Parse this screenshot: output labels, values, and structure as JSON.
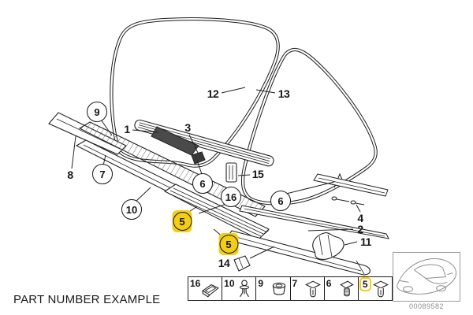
{
  "page": {
    "title": "PART NUMBER EXAMPLE",
    "diagram_code": "00089582"
  },
  "colors": {
    "highlight_yellow": "#f2ce14",
    "line_black": "#1c1c1c",
    "muted_gray": "#8d8d8d"
  },
  "callouts": {
    "plain": [
      {
        "label": "1"
      },
      {
        "label": "3"
      },
      {
        "label": "12"
      },
      {
        "label": "13"
      },
      {
        "label": "15"
      },
      {
        "label": "8"
      },
      {
        "label": "4"
      },
      {
        "label": "2"
      },
      {
        "label": "11"
      },
      {
        "label": "14"
      }
    ],
    "circled": [
      {
        "label": "9"
      },
      {
        "label": "7"
      },
      {
        "label": "10"
      },
      {
        "label": "6"
      },
      {
        "label": "16"
      },
      {
        "label": "6"
      }
    ],
    "highlighted": [
      {
        "label": "5"
      },
      {
        "label": "5"
      }
    ]
  },
  "legend": {
    "cells": [
      {
        "label": "16",
        "icon": "speed-clip",
        "highlighted": false
      },
      {
        "label": "10",
        "icon": "push-rivet",
        "highlighted": false
      },
      {
        "label": "9",
        "icon": "grommet",
        "highlighted": false
      },
      {
        "label": "7",
        "icon": "expanding-clip",
        "highlighted": false
      },
      {
        "label": "6",
        "icon": "ribbed-clip",
        "highlighted": false
      },
      {
        "label": "5",
        "icon": "expanding-clip",
        "highlighted": true
      }
    ]
  }
}
